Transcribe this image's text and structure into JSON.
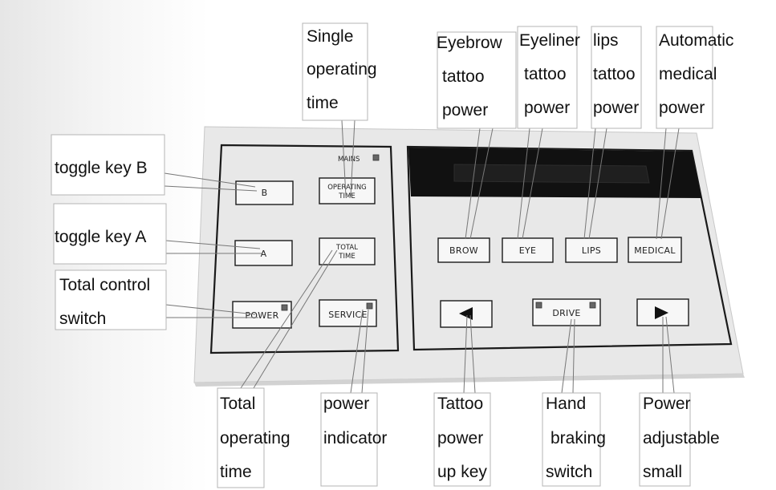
{
  "panel": {
    "mains_label": "MAINS",
    "buttons": {
      "b": "B",
      "operating_time": [
        "OPERATING",
        "TIME"
      ],
      "a": "A",
      "total_time": [
        "TOTAL",
        "TIME"
      ],
      "power": "POWER",
      "service": "SERVICE",
      "brow": "BROW",
      "eye": "EYE",
      "lips": "LIPS",
      "medical": "MEDICAL",
      "drive": "DRIVE"
    }
  },
  "callouts": {
    "toggle_key_b": [
      "toggle key B"
    ],
    "toggle_key_a": [
      "toggle key A"
    ],
    "total_control_switch": [
      "Total control",
      "switch"
    ],
    "single_operating_time": [
      "Single",
      "operating",
      "time"
    ],
    "eyebrow_tattoo_power": [
      "Eyebrow",
      "tattoo",
      "power"
    ],
    "eyeliner_tattoo_power": [
      "Eyeliner",
      "tattoo",
      "power"
    ],
    "lips_tattoo_power": [
      "lips",
      "tattoo",
      "power"
    ],
    "automatic_medical_power": [
      "Automatic",
      "medical",
      "power"
    ],
    "total_operating_time": [
      "Total",
      "operating",
      "time"
    ],
    "power_indicator": [
      "power",
      "indicator"
    ],
    "tattoo_power_up_key": [
      "Tattoo",
      "power",
      "up key"
    ],
    "hand_braking_switch": [
      "Hand",
      "braking",
      "switch"
    ],
    "power_adjustable_small": [
      "Power",
      "adjustable",
      "small"
    ]
  },
  "colors": {
    "panel_face": "#e9e9e9",
    "display": "#111111",
    "frame": "#1a1a1a"
  }
}
